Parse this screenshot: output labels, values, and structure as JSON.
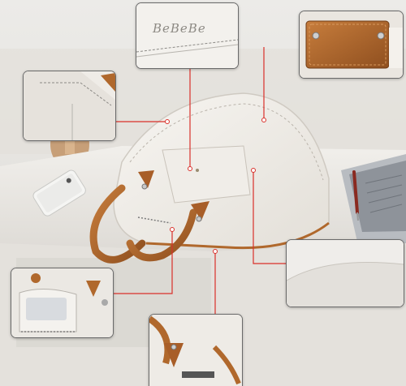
{
  "image": {
    "subject": "white-and-brown-leather-handbag-product-photo",
    "insets": [
      {
        "name": "embossed-logo-detail",
        "text": "BeBeBe"
      },
      {
        "name": "brown-base-panel-detail"
      },
      {
        "name": "side-panel-stitching-detail"
      },
      {
        "name": "inner-lining-detail"
      },
      {
        "name": "interior-pockets-detail"
      },
      {
        "name": "handle-and-zipper-detail"
      }
    ],
    "colors": {
      "leather_white": "#f4f1ec",
      "leather_brown": "#b0682c",
      "callout_line": "#d9302a",
      "background": "#e9e6e2"
    }
  }
}
